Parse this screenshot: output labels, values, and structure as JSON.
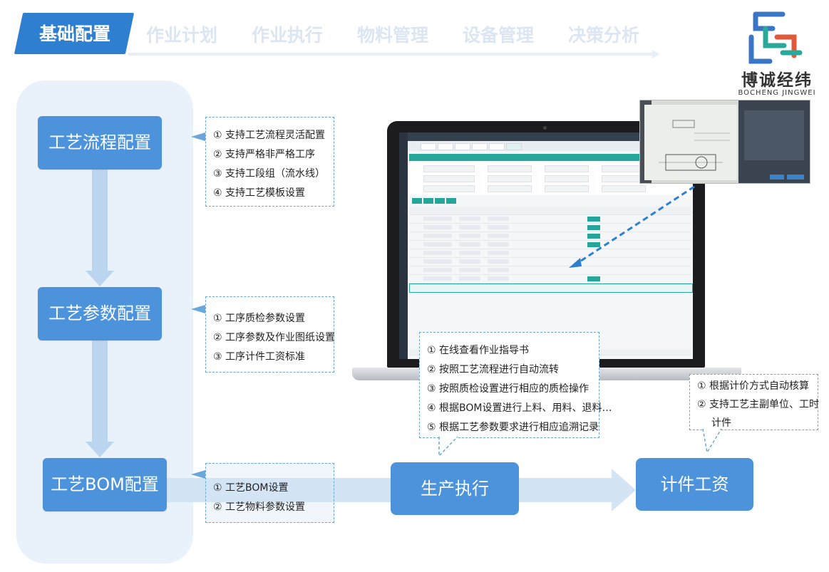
{
  "header": {
    "tabs": [
      {
        "label": "基础配置",
        "active": true
      },
      {
        "label": "作业计划",
        "active": false
      },
      {
        "label": "作业执行",
        "active": false
      },
      {
        "label": "物料管理",
        "active": false
      },
      {
        "label": "设备管理",
        "active": false
      },
      {
        "label": "决策分析",
        "active": false
      }
    ]
  },
  "logo": {
    "name_cn": "博诚经纬",
    "name_en": "BOCHENG JINGWEI"
  },
  "steps": [
    {
      "label": "工艺流程配置"
    },
    {
      "label": "工艺参数配置"
    },
    {
      "label": "工艺BOM配置"
    }
  ],
  "notes": {
    "process_flow": [
      "① 支持工艺流程灵活配置",
      "② 支持严格非严格工序",
      "③ 支持工段组（流水线）",
      "④ 支持工艺模板设置"
    ],
    "process_params": [
      "① 工序质检参数设置",
      "② 工序参数及作业图纸设置",
      "③ 工序计件工资标准"
    ],
    "bom": [
      "① 工艺BOM设置",
      "② 工艺物料参数设置"
    ],
    "production": [
      "① 在线查看作业指导书",
      "② 按照工艺流程进行自动流转",
      "③ 按照质检设置进行相应的质检操作",
      "④ 根据BOM设置进行上料、用料、退料…",
      "⑤ 根据工艺参数要求进行相应追溯记录"
    ],
    "wage": [
      "① 根据计价方式自动核算",
      "② 支持工艺主副单位、工时",
      "计件"
    ]
  },
  "bottom": {
    "production_label": "生产执行",
    "wage_label": "计件工资"
  },
  "colors": {
    "primary": "#4d93dc",
    "tab_active": "#2f7fd0",
    "panel": "#e9f1fa",
    "arrow": "#bcd5ee",
    "accent_green": "#26a69a",
    "dash": "#6aa6da"
  }
}
